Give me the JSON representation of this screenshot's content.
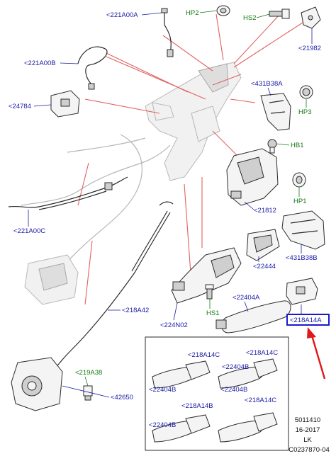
{
  "labels": {
    "l221A00A": "<221A00A",
    "hp2": "HP2",
    "hs2": "HS2",
    "l21982": "<21982",
    "l221A00B": "<221A00B",
    "l431B38A": "<431B38A",
    "l24784": "<24784",
    "hp3": "HP3",
    "hb1": "HB1",
    "l21812": "<21812",
    "hp1": "HP1",
    "l221A00C": "<221A00C",
    "l431B38B": "<431B38B",
    "l22444": "<22444",
    "l22404A": "<22404A",
    "l218A14A": "<218A14A",
    "l218A42": "<218A42",
    "hs1": "HS1",
    "l224N02": "<224N02",
    "l219A38": "<219A38",
    "l42650": "<42650",
    "inset_218A14C_1": "<218A14C",
    "inset_218A14C_2": "<218A14C",
    "inset_22404B_1": "<22404B",
    "inset_22404B_2": "<22404B",
    "inset_22404B_3": "<22404B",
    "inset_22404B_4": "<22404B",
    "inset_218A14B": "<218A14B",
    "inset_218A14C_3": "<218A14C"
  },
  "footer": {
    "code": "5011410",
    "date": "16-2017",
    "initials": "LK",
    "ref": "C0237870-04"
  },
  "colors": {
    "blue_label": "#1a1aa6",
    "green_label": "#157a15",
    "highlight_box": "#1a1acc",
    "arrow": "#e01818",
    "leader": "#e26060"
  }
}
